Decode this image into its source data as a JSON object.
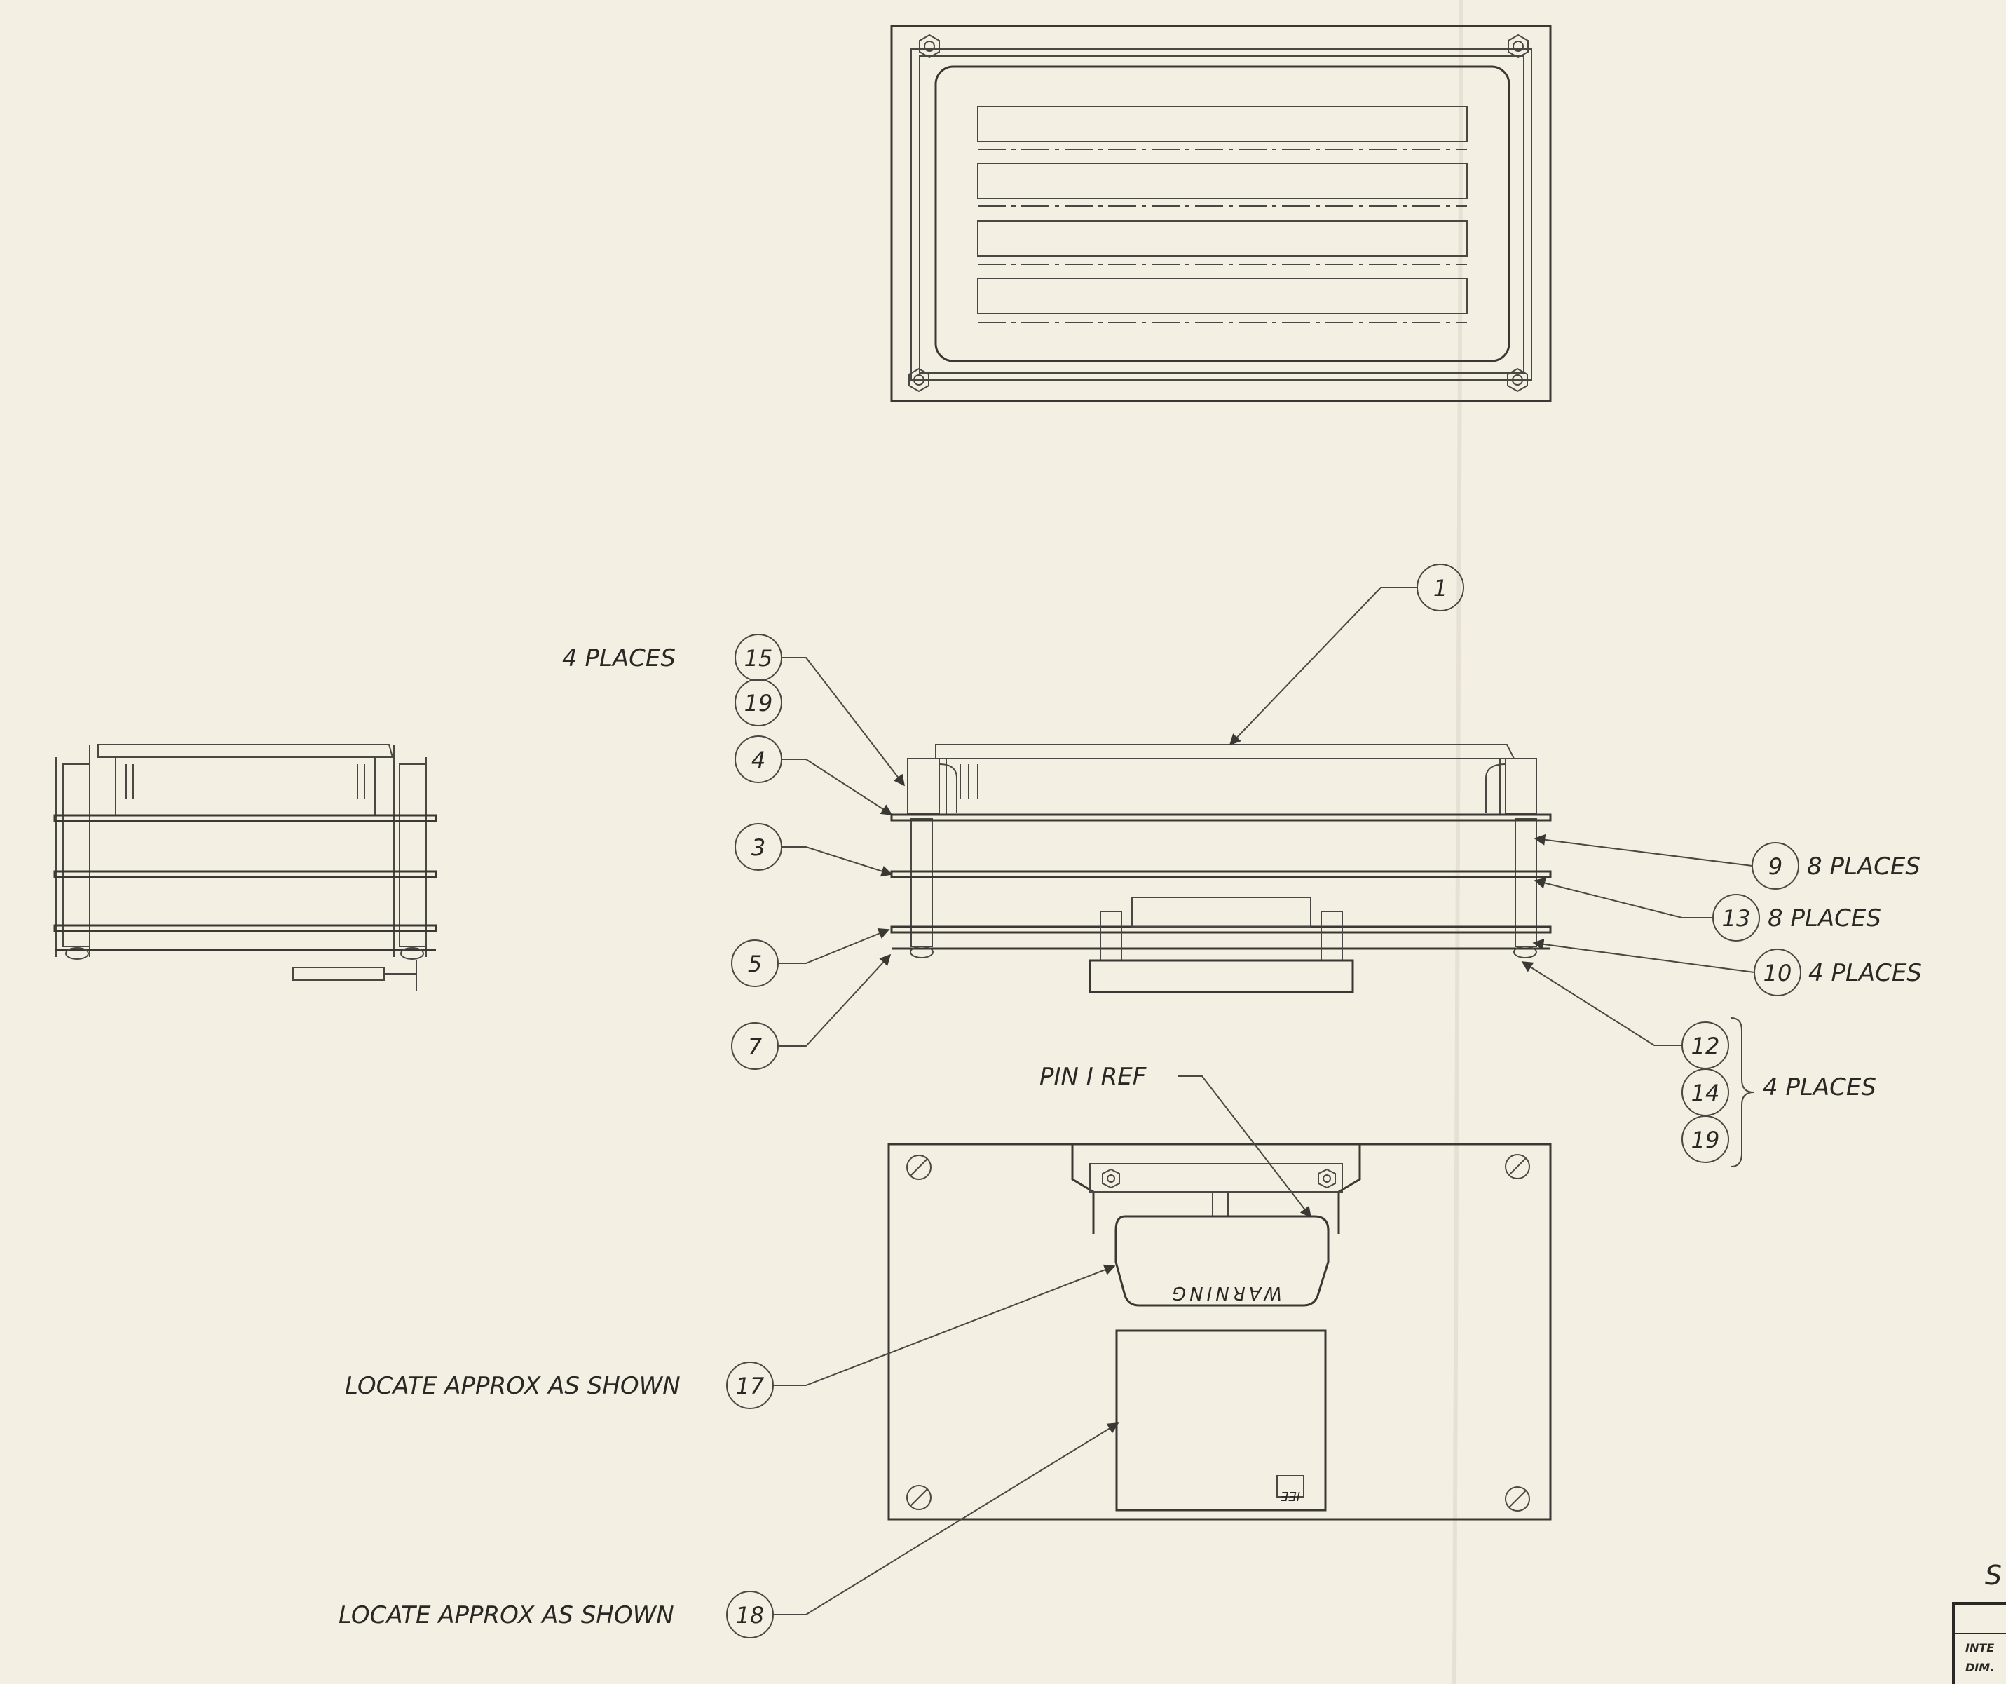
{
  "labels": {
    "four_places_top": "4 PLACES",
    "eight_places_a": "8 PLACES",
    "eight_places_b": "8 PLACES",
    "four_places_mid": "4 PLACES",
    "four_places_brace": "4 PLACES",
    "pin_ref": "PIN I REF",
    "locate_17": "LOCATE APPROX AS SHOWN",
    "locate_18": "LOCATE APPROX AS SHOWN",
    "warning": "WARNING",
    "iee": "IEE",
    "corner_partial": "S",
    "title_block_inte": "INTE",
    "title_block_dim": "DIM."
  },
  "balloons": {
    "b1": "1",
    "b15": "15",
    "b19a": "19",
    "b4": "4",
    "b3": "3",
    "b5": "5",
    "b7": "7",
    "b9": "9",
    "b13": "13",
    "b10": "10",
    "b12": "12",
    "b14": "14",
    "b19b": "19",
    "b17": "17",
    "b18": "18"
  }
}
